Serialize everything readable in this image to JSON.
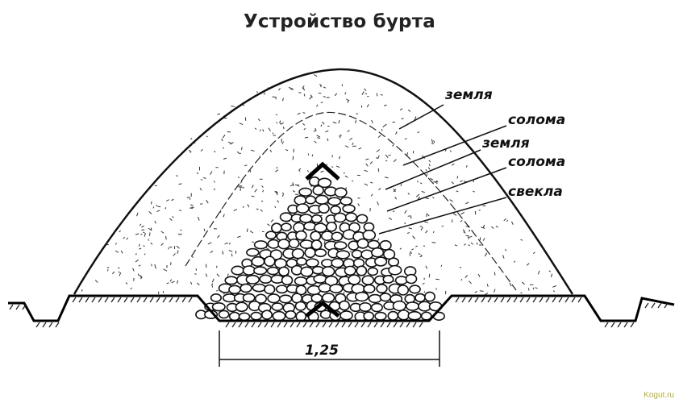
{
  "title": "Устройство бурта",
  "labels": {
    "soil_outer": "земля",
    "straw_outer": "солома",
    "soil_inner": "земля",
    "straw_inner": "солома",
    "beet": "свекла"
  },
  "dimension": "1,25",
  "watermark": "Kogut.ru"
}
